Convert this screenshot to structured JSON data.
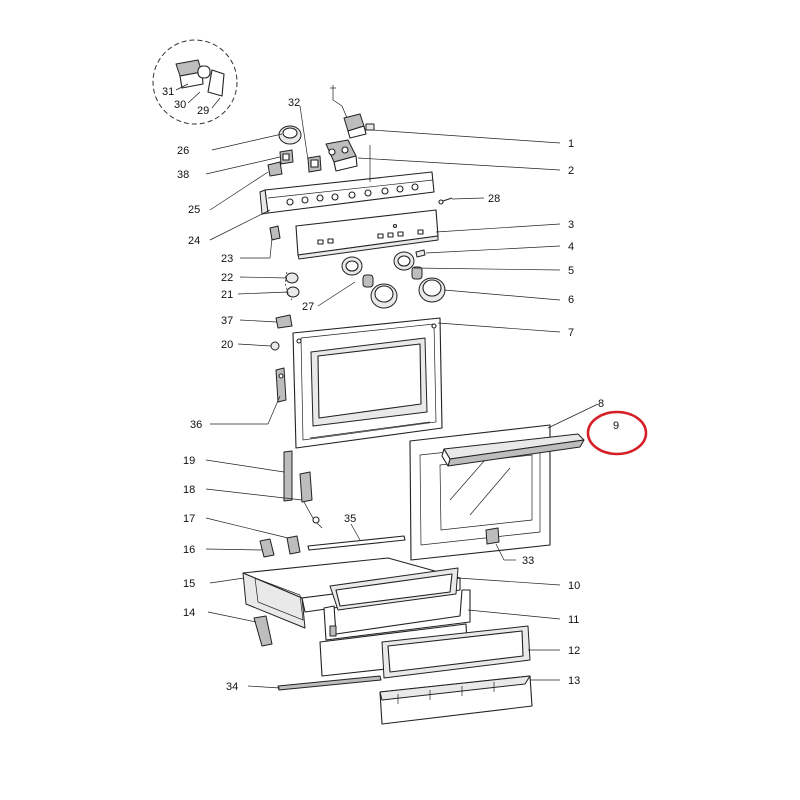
{
  "diagram": {
    "callouts": [
      {
        "id": "1"
      },
      {
        "id": "2"
      },
      {
        "id": "3"
      },
      {
        "id": "4"
      },
      {
        "id": "5"
      },
      {
        "id": "6"
      },
      {
        "id": "7"
      },
      {
        "id": "8"
      },
      {
        "id": "9"
      },
      {
        "id": "10"
      },
      {
        "id": "11"
      },
      {
        "id": "12"
      },
      {
        "id": "13"
      },
      {
        "id": "14"
      },
      {
        "id": "15"
      },
      {
        "id": "16"
      },
      {
        "id": "17"
      },
      {
        "id": "18"
      },
      {
        "id": "19"
      },
      {
        "id": "20"
      },
      {
        "id": "21"
      },
      {
        "id": "22"
      },
      {
        "id": "23"
      },
      {
        "id": "24"
      },
      {
        "id": "25"
      },
      {
        "id": "26"
      },
      {
        "id": "27"
      },
      {
        "id": "28"
      },
      {
        "id": "29"
      },
      {
        "id": "30"
      },
      {
        "id": "31"
      },
      {
        "id": "32"
      },
      {
        "id": "33"
      },
      {
        "id": "34"
      },
      {
        "id": "35"
      },
      {
        "id": "36"
      },
      {
        "id": "37"
      },
      {
        "id": "38"
      }
    ],
    "highlight": {
      "callout": "9",
      "color": "#d62027"
    },
    "line_color": "#222222"
  }
}
